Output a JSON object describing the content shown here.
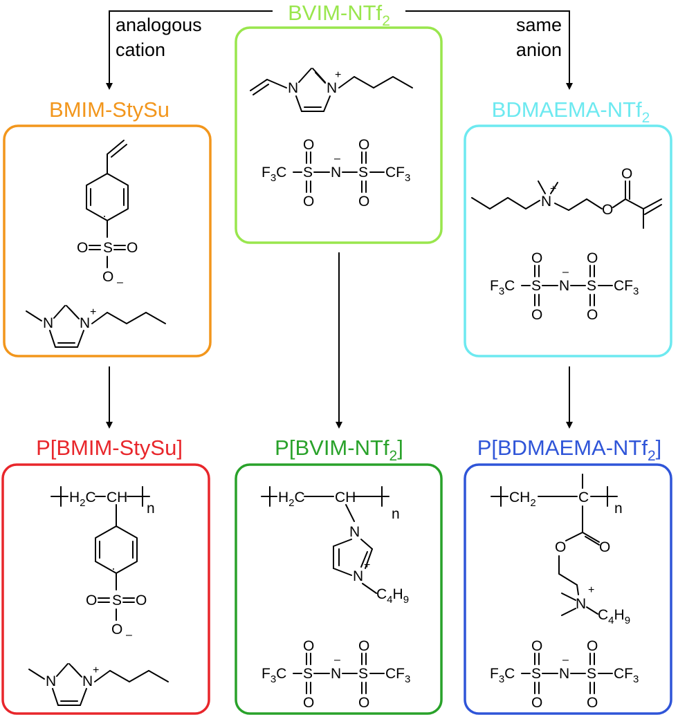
{
  "colors": {
    "bvim": "#99e64d",
    "bmim": "#f2961c",
    "bdmaema": "#6de9f0",
    "p_bmim": "#e8262b",
    "p_bvim": "#29a22a",
    "p_bdmaema": "#2f55d8"
  },
  "labels": {
    "bvim": "BVIM-NTf",
    "bvim_sub": "2",
    "bmim": "BMIM-StySu",
    "bdmaema": "BDMAEMA-NTf",
    "bdmaema_sub": "2",
    "p_bmim": "P[BMIM-StySu]",
    "p_bvim": "P[BVIM-NTf",
    "p_bvim_sub": "2",
    "p_bvim_end": "]",
    "p_bdmaema": "P[BDMAEMA-NTf",
    "p_bdmaema_sub": "2",
    "p_bdmaema_end": "]"
  },
  "notes": {
    "left_line1": "analogous",
    "left_line2": "cation",
    "right_line1": "same",
    "right_line2": "anion"
  },
  "atoms": {
    "N": "N",
    "S": "S",
    "O": "O",
    "C": "C",
    "H": "H",
    "F": "F",
    "n": "n",
    "plus": "+",
    "minus": "–",
    "two": "2",
    "three": "3",
    "four": "4",
    "nine": "9",
    "F3C": "F",
    "CF3": "CF",
    "H2C": "H",
    "CH": "CH",
    "CH2": "CH",
    "C4H9_C": "C",
    "C4H9_H": "H"
  }
}
